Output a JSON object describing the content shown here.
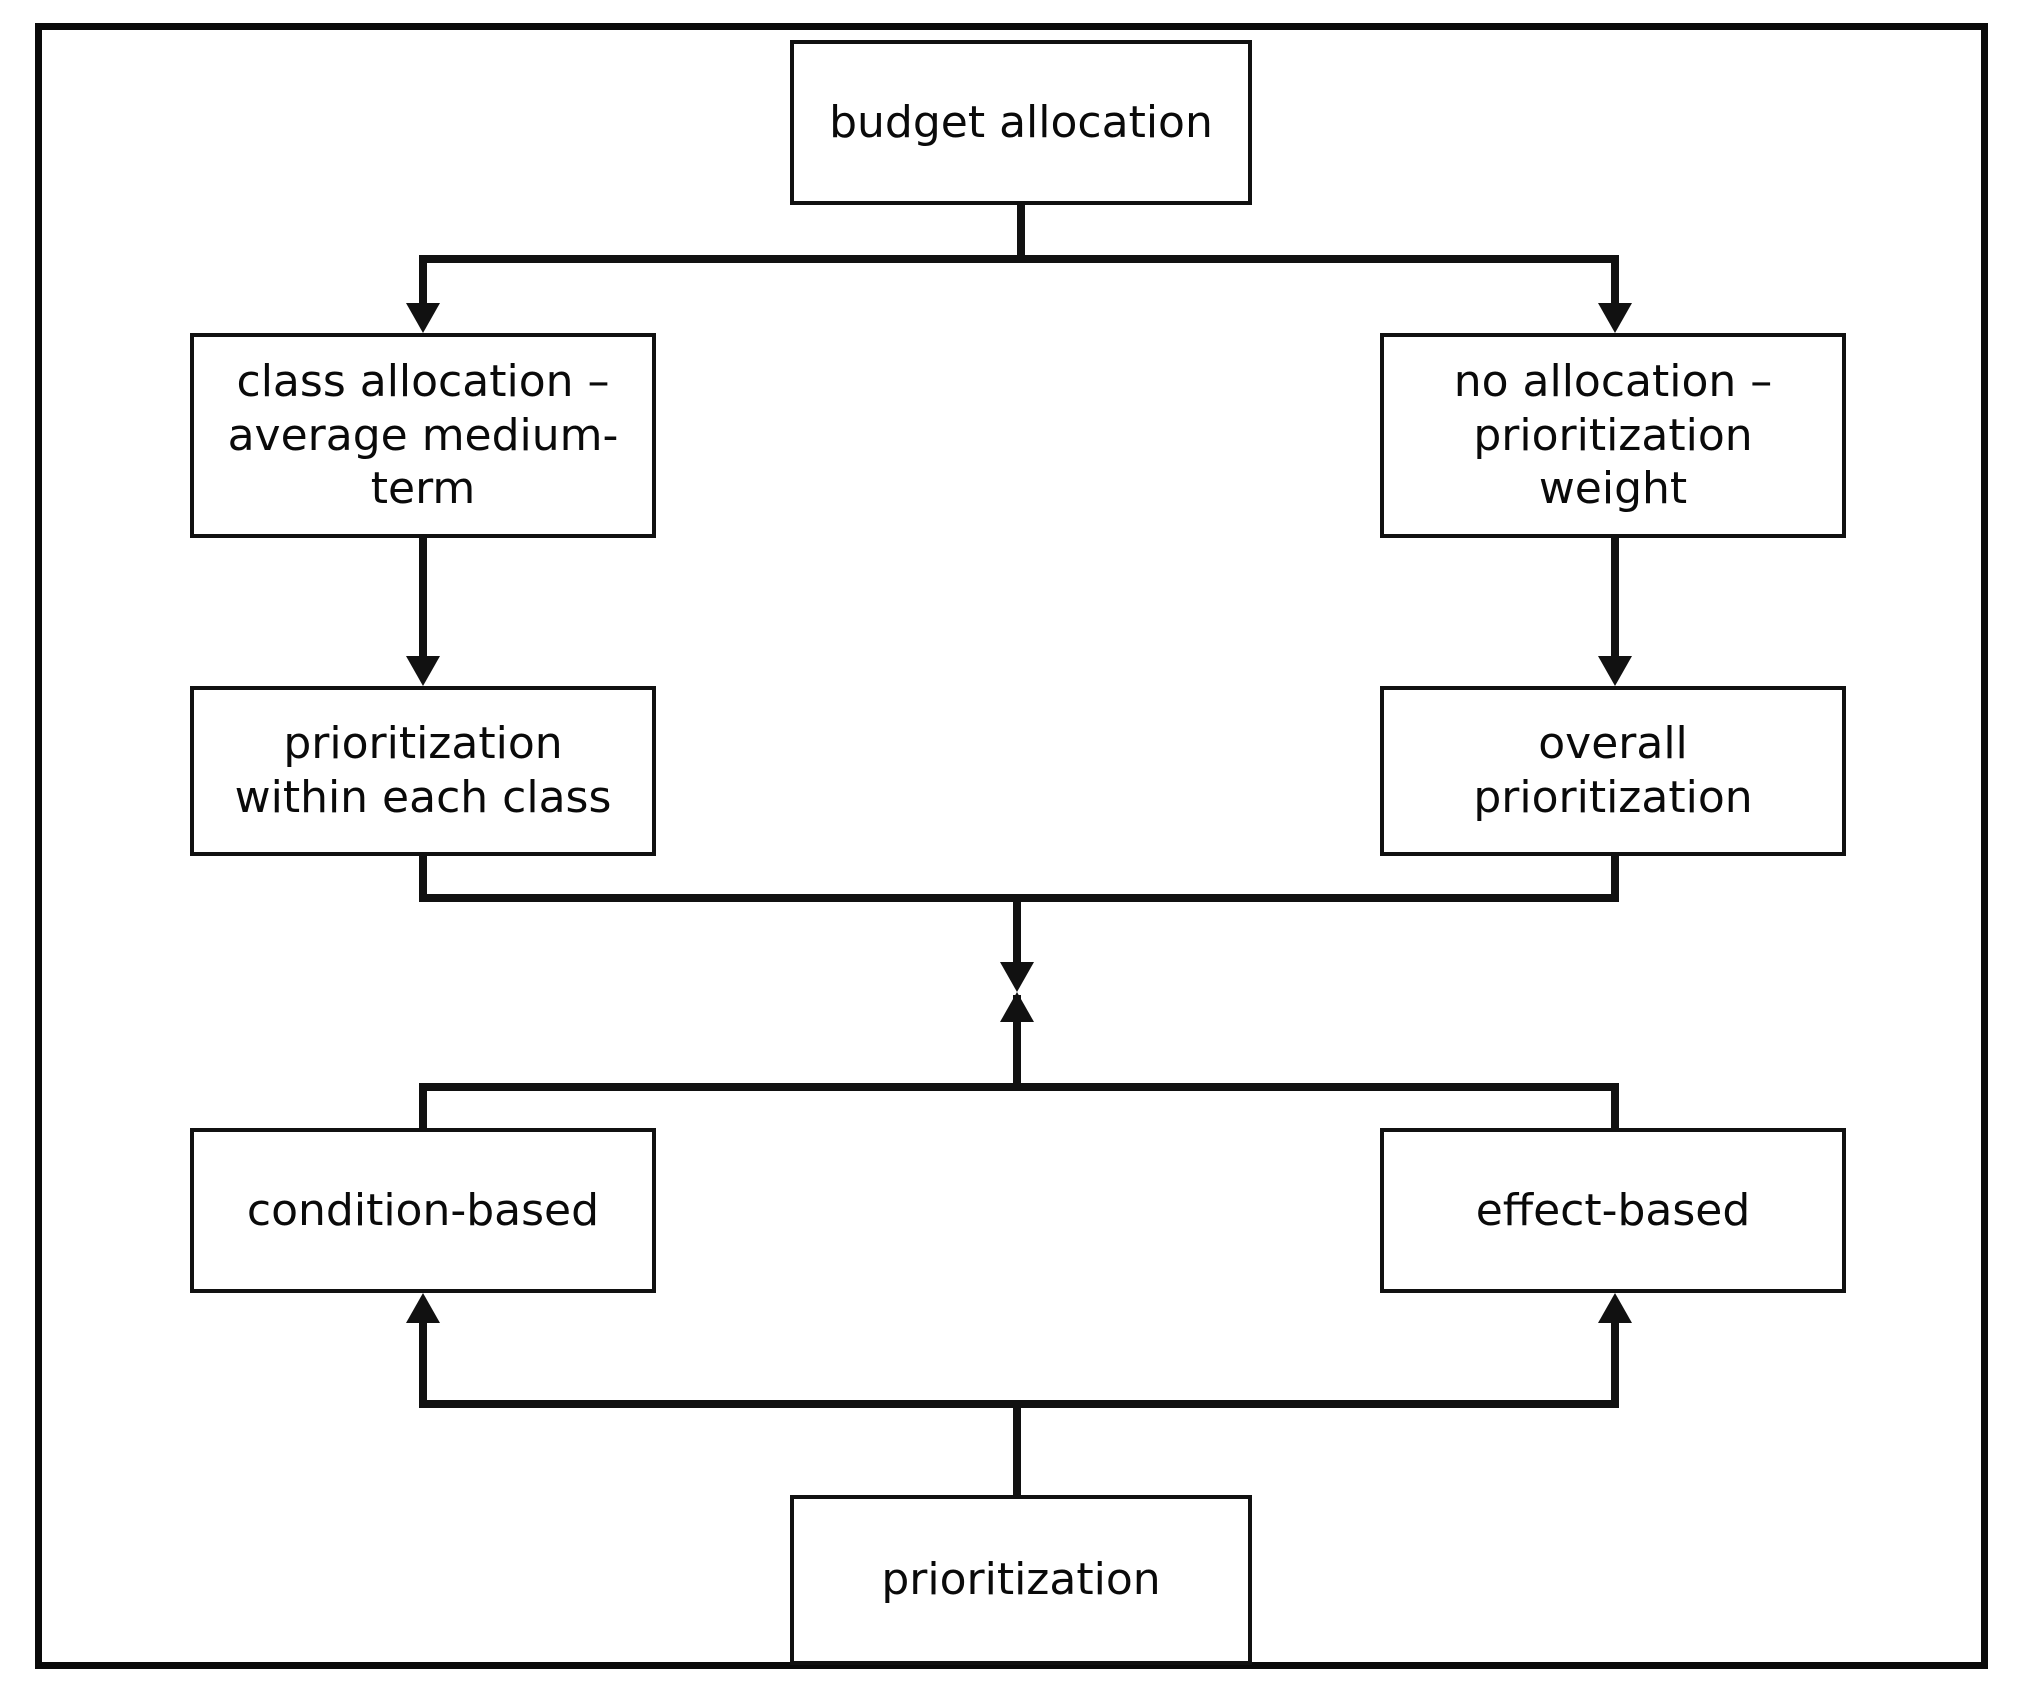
{
  "diagram": {
    "title": "budget allocation prioritization flow",
    "background_color": "#ffffff",
    "line_color": "#111111",
    "frame_color": "#0a0a0a",
    "nodes": [
      {
        "id": "budget-allocation",
        "label": "budget allocation",
        "lines": [
          "budget allocation"
        ]
      },
      {
        "id": "class-allocation",
        "label": "class allocation – average medium-term",
        "lines": [
          "class allocation –",
          "average medium-",
          "term"
        ]
      },
      {
        "id": "no-allocation",
        "label": "no allocation – prioritization weight",
        "lines": [
          "no allocation –",
          "prioritization",
          "weight"
        ]
      },
      {
        "id": "prioritization-within-class",
        "label": "prioritization within each class",
        "lines": [
          "prioritization",
          "within each class"
        ]
      },
      {
        "id": "overall-prioritization",
        "label": "overall prioritization",
        "lines": [
          "overall",
          "prioritization"
        ]
      },
      {
        "id": "condition-based",
        "label": "condition-based",
        "lines": [
          "condition-based"
        ]
      },
      {
        "id": "effect-based",
        "label": "effect-based",
        "lines": [
          "effect-based"
        ]
      },
      {
        "id": "prioritization",
        "label": "prioritization",
        "lines": [
          "prioritization"
        ]
      }
    ],
    "edges": [
      {
        "from": "budget-allocation",
        "to": "class-allocation",
        "arrow": "down"
      },
      {
        "from": "budget-allocation",
        "to": "no-allocation",
        "arrow": "down"
      },
      {
        "from": "class-allocation",
        "to": "prioritization-within-class",
        "arrow": "down"
      },
      {
        "from": "no-allocation",
        "to": "overall-prioritization",
        "arrow": "down"
      },
      {
        "from": "prioritization-within-class",
        "to": "center-junction",
        "arrow": "down"
      },
      {
        "from": "overall-prioritization",
        "to": "center-junction",
        "arrow": "down"
      },
      {
        "from": "prioritization",
        "to": "condition-based",
        "arrow": "up"
      },
      {
        "from": "prioritization",
        "to": "effect-based",
        "arrow": "up"
      },
      {
        "from": "condition-based",
        "to": "center-junction",
        "arrow": "up"
      },
      {
        "from": "effect-based",
        "to": "center-junction",
        "arrow": "up"
      }
    ]
  }
}
